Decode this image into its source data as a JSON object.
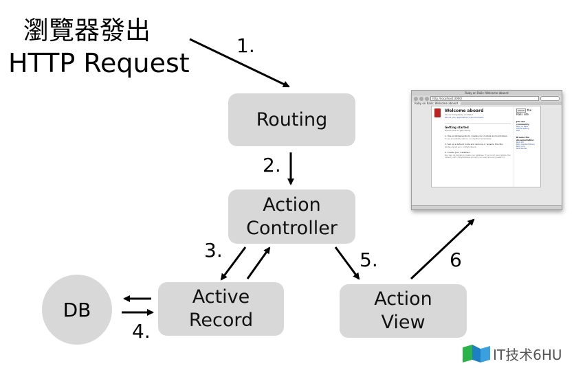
{
  "title": {
    "line1": "瀏覽器發出",
    "line2": "HTTP Request"
  },
  "steps": {
    "s1": "1.",
    "s2": "2.",
    "s3": "3.",
    "s4": "4.",
    "s5": "5.",
    "s6": "6"
  },
  "nodes": {
    "routing": "Routing",
    "controller_line1": "Action",
    "controller_line2": "Controller",
    "record_line1": "Active",
    "record_line2": "Record",
    "view_line1": "Action",
    "view_line2": "View",
    "db": "DB"
  },
  "browser": {
    "window_title": "Ruby on Rails: Welcome aboard",
    "url": "http://localhost:3000/",
    "tab": "Ruby on Rails: Welcome aboard",
    "welcome": "Welcome aboard",
    "tagline": "You're riding Ruby on Rails!",
    "env_link": "About your application's environment",
    "getting_started": "Getting started",
    "getting_started_sub": "Here's how to get rolling:",
    "step1": "1. Use script/generate to create your models and controllers",
    "step1_note": "To see all available options, run it without parameters.",
    "step2": "2. Set up a default route and remove or rename this file",
    "step2_note": "Routes are set up in config/routes.rb.",
    "step3": "3. Create your database",
    "step3_note": "Run rake db:migrate to create your database. If you're not using SQLite (the default), edit config/database.yml with your username and password.",
    "search_button": "Search",
    "search_label": "the Rails site",
    "join": "Join the community",
    "join_links": [
      "Ruby on Rails",
      "Official weblog",
      "Wiki"
    ],
    "browse": "Browse the documentation",
    "browse_links": [
      "Rails API",
      "Ruby standard library",
      "Ruby core",
      "Rails Guides"
    ]
  },
  "watermark": {
    "text": "IT技术6HU"
  },
  "colors": {
    "box_fill": "#d8d8d8",
    "arrow": "#000000"
  }
}
